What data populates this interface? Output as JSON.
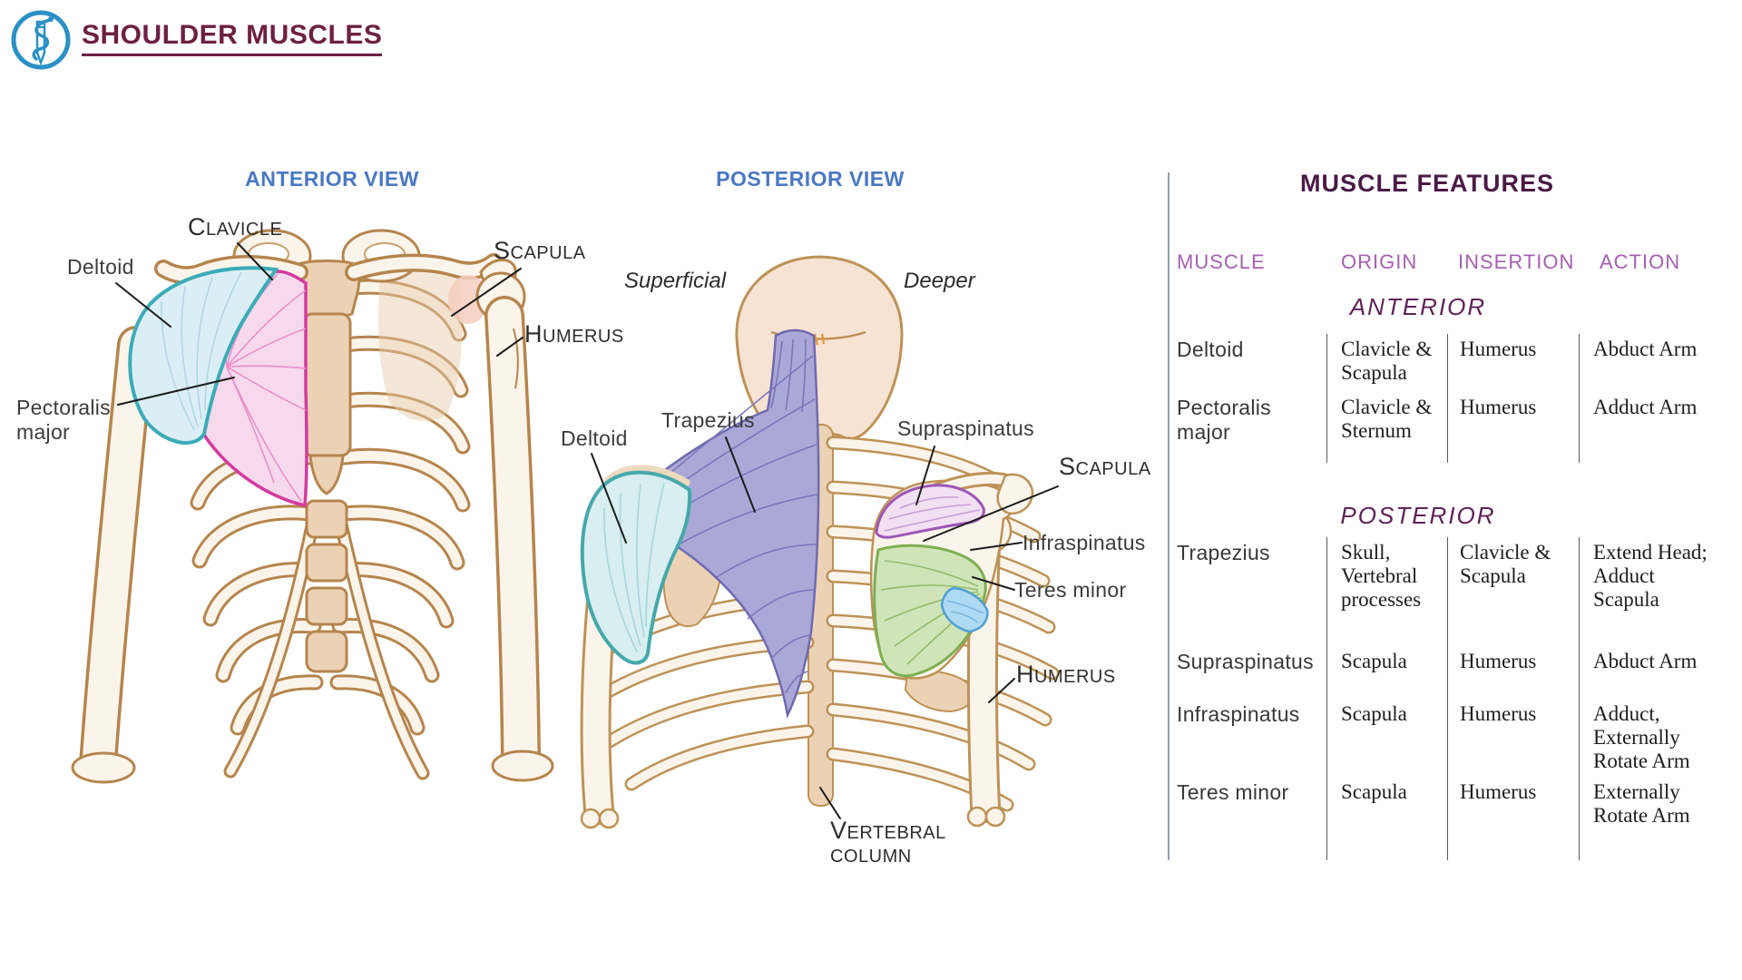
{
  "header": {
    "title": "SHOULDER MUSCLES",
    "logo_icon": "pencil-snake-medical-logo"
  },
  "anterior": {
    "title": "ANTERIOR VIEW",
    "labels": {
      "clavicle": {
        "initial": "C",
        "rest": "LAVICLE"
      },
      "deltoid": "Deltoid",
      "scapula": {
        "initial": "S",
        "rest": "CAPULA"
      },
      "humerus": {
        "initial": "H",
        "rest": "UMERUS"
      },
      "pectoralis": "Pectoralis\nmajor"
    }
  },
  "posterior": {
    "title": "POSTERIOR VIEW",
    "sublabels": {
      "left": "Superficial",
      "right": "Deeper"
    },
    "labels": {
      "trapezius": "Trapezius",
      "deltoid": "Deltoid",
      "supraspinatus": "Supraspinatus",
      "scapula": {
        "initial": "S",
        "rest": "CAPULA"
      },
      "infraspinatus": "Infraspinatus",
      "teres_minor": "Teres minor",
      "humerus": {
        "initial": "H",
        "rest": "UMERUS"
      },
      "vertebral_line1": {
        "initial": "V",
        "rest": "ERTEBRAL"
      },
      "vertebral_line2": "COLUMN"
    }
  },
  "features": {
    "title": "MUSCLE FEATURES",
    "columns": [
      "MUSCLE",
      "ORIGIN",
      "INSERTION",
      "ACTION"
    ],
    "sections": [
      {
        "label": "ANTERIOR",
        "rows": [
          {
            "muscle": "Deltoid",
            "origin": "Clavicle &\nScapula",
            "insertion": "Humerus",
            "action": "Abduct Arm"
          },
          {
            "muscle": "Pectoralis\nmajor",
            "origin": "Clavicle &\nSternum",
            "insertion": "Humerus",
            "action": "Adduct Arm"
          }
        ]
      },
      {
        "label": "POSTERIOR",
        "rows": [
          {
            "muscle": "Trapezius",
            "origin": "Skull,\nVertebral\nprocesses",
            "insertion": "Clavicle &\nScapula",
            "action": "Extend Head;\nAdduct Scapula"
          },
          {
            "muscle": "Supraspinatus",
            "origin": "Scapula",
            "insertion": "Humerus",
            "action": "Abduct Arm"
          },
          {
            "muscle": "Infraspinatus",
            "origin": "Scapula",
            "insertion": "Humerus",
            "action": "Adduct,\nExternally\nRotate Arm"
          },
          {
            "muscle": "Teres minor",
            "origin": "Scapula",
            "insertion": "Humerus",
            "action": "Externally\nRotate Arm"
          }
        ]
      }
    ]
  },
  "colors": {
    "maroon": "#6d2040",
    "blue": "#4a78c4",
    "plum": "#4a1a46",
    "plum2": "#5f2158",
    "orchid": "#a55fb0",
    "logo_blue": "#2b90c4",
    "bone_fill": "#fbf4ea",
    "bone_stroke": "#b5854d",
    "bone_stroke2": "#bd9257",
    "tan_fill": "#ecd2b5",
    "skin": "#f7e3d3",
    "deltoid_fill": "#dceef5",
    "deltoid_stroke": "#3aacb8",
    "pec_fill": "#f7d9ed",
    "pec_stroke": "#d43a9e",
    "trap_fill": "#aaa8d6",
    "trap_stroke": "#6f6ab0",
    "supra_fill": "#f2dff2",
    "supra_stroke": "#9c57b5",
    "infra_fill": "#cfe5b8",
    "infra_stroke": "#7caf52",
    "teres_fill": "#aed9f2",
    "teres_stroke": "#4e9fd4"
  }
}
